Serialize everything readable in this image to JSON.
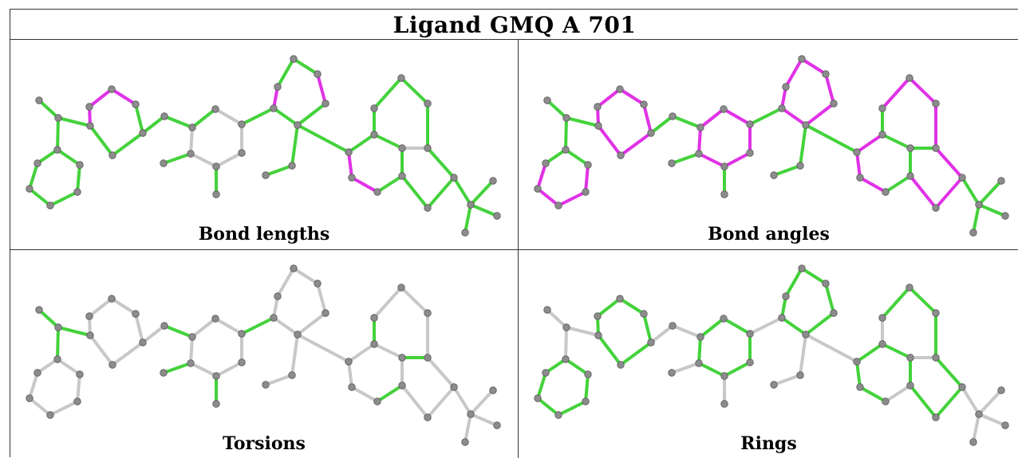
{
  "title": "Ligand GMQ A 701",
  "colors": {
    "ok": "#44d23c",
    "outlier": "#e032e6",
    "none": "#c8c8c8",
    "atom": "#8c8c8c",
    "atom_edge": "#5a5a5a"
  },
  "panels": [
    {
      "label": "Bond lengths",
      "outlier_bonds": [
        "b20",
        "b6",
        "b7",
        "b11",
        "b23",
        "b28",
        "b29"
      ],
      "gray_bonds": [
        "b30",
        "b13",
        "b14",
        "b15",
        "b16",
        "b17"
      ]
    },
    {
      "label": "Bond angles",
      "outlier_bonds": [
        "b0",
        "b3",
        "b4",
        "b5",
        "b6",
        "b7",
        "b8",
        "b9",
        "b10",
        "b11",
        "b12",
        "b13",
        "b14",
        "b15",
        "b16",
        "b17",
        "b18",
        "b19",
        "b20",
        "b21",
        "b22",
        "b23",
        "b24",
        "b28",
        "b29",
        "b31",
        "b32",
        "b33",
        "b34",
        "b35",
        "b36"
      ],
      "gray_bonds": [
        "b27",
        "b45",
        "b34",
        "b30"
      ]
    },
    {
      "label": "Torsions",
      "green_bonds": [
        "b40",
        "b41",
        "b42",
        "b44",
        "b45",
        "b27",
        "b30",
        "b51",
        "b46",
        "b47"
      ]
    },
    {
      "label": "Rings",
      "ring_bonds": [
        "b0",
        "b1",
        "b2",
        "b3",
        "b4",
        "b5",
        "b6",
        "b7",
        "b8",
        "b9",
        "b10",
        "b11",
        "b12",
        "b13",
        "b14",
        "b15",
        "b16",
        "b17",
        "b18",
        "b19",
        "b20",
        "b21",
        "b22",
        "b23",
        "b24",
        "b25",
        "b26",
        "b28",
        "b29",
        "b31",
        "b32",
        "b33",
        "b34",
        "b35",
        "b36"
      ]
    }
  ]
}
